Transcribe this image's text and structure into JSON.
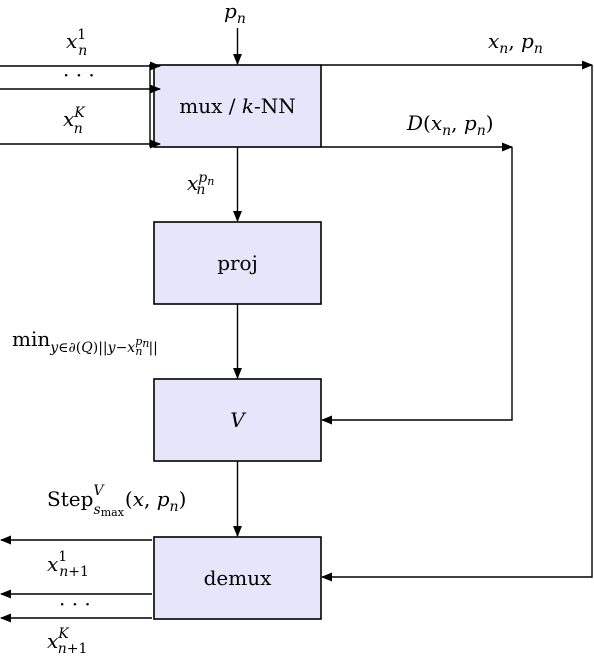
{
  "boxes": {
    "mux": "mux / k-NN",
    "proj": "proj",
    "v": "V",
    "demux": "demux"
  },
  "labels": {
    "p_n": "p_n",
    "x_n1": "x_n^1",
    "dots_in": "· · ·",
    "x_nK": "x_n^K",
    "xn_pn": "x_n, p_n",
    "d_xn_pn": "D(x_n, p_n)",
    "x_n_pn": "x_n^{p_n}",
    "min_expr": "min_{y∈∂(Q)}||y − x_n^{p_n}||",
    "step_expr": "Step^V_{s_max}(x, p_n)",
    "x_n1_1": "x_{n+1}^1",
    "dots_out": "· · ·",
    "x_n1_K": "x_{n+1}^K"
  }
}
